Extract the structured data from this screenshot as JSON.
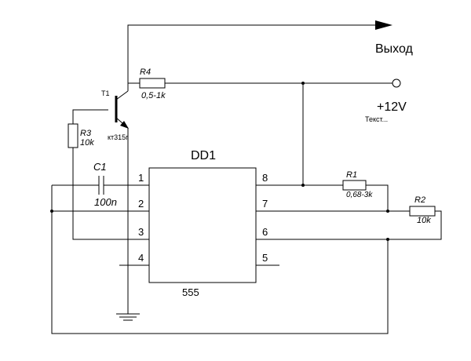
{
  "chip": {
    "name": "DD1",
    "type": "555"
  },
  "pins": [
    "1",
    "2",
    "3",
    "4",
    "5",
    "6",
    "7",
    "8"
  ],
  "transistor": {
    "ref": "T1",
    "part": "кт315г"
  },
  "resistors": {
    "r4": {
      "ref": "R4",
      "value": "0,5-1k"
    },
    "r3": {
      "ref": "R3",
      "value": "10k"
    },
    "r1": {
      "ref": "R1",
      "value": "0,68-3k"
    },
    "r2": {
      "ref": "R2",
      "value": "10k"
    }
  },
  "capacitor": {
    "ref": "C1",
    "value": "100n"
  },
  "output_label": "Выход",
  "supply": {
    "label": "+12V",
    "note": "Текст..."
  }
}
